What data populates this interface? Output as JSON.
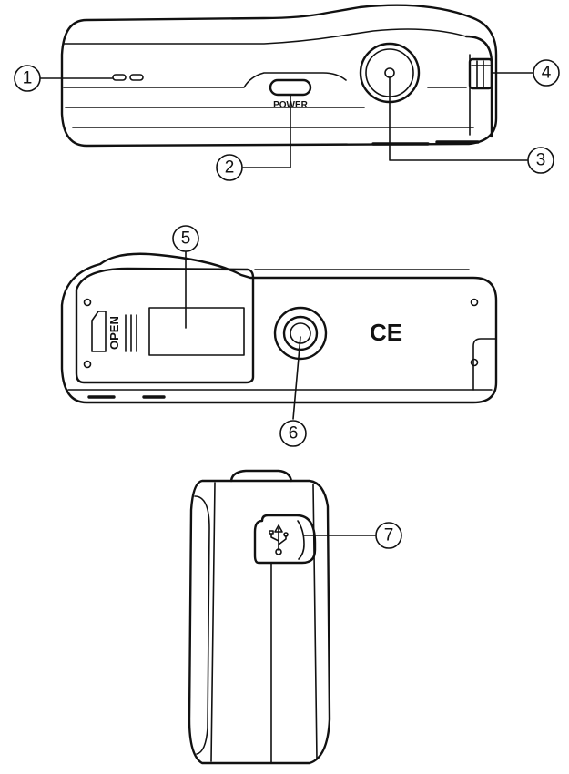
{
  "labels": {
    "power": "POWER",
    "open": "OPEN",
    "ce_mark": "CE"
  },
  "callouts": [
    {
      "number": "1"
    },
    {
      "number": "2"
    },
    {
      "number": "3"
    },
    {
      "number": "4"
    },
    {
      "number": "5"
    },
    {
      "number": "6"
    },
    {
      "number": "7"
    }
  ],
  "icons": [
    "usb-icon",
    "ce-mark-icon",
    "open-arrow-icon"
  ]
}
